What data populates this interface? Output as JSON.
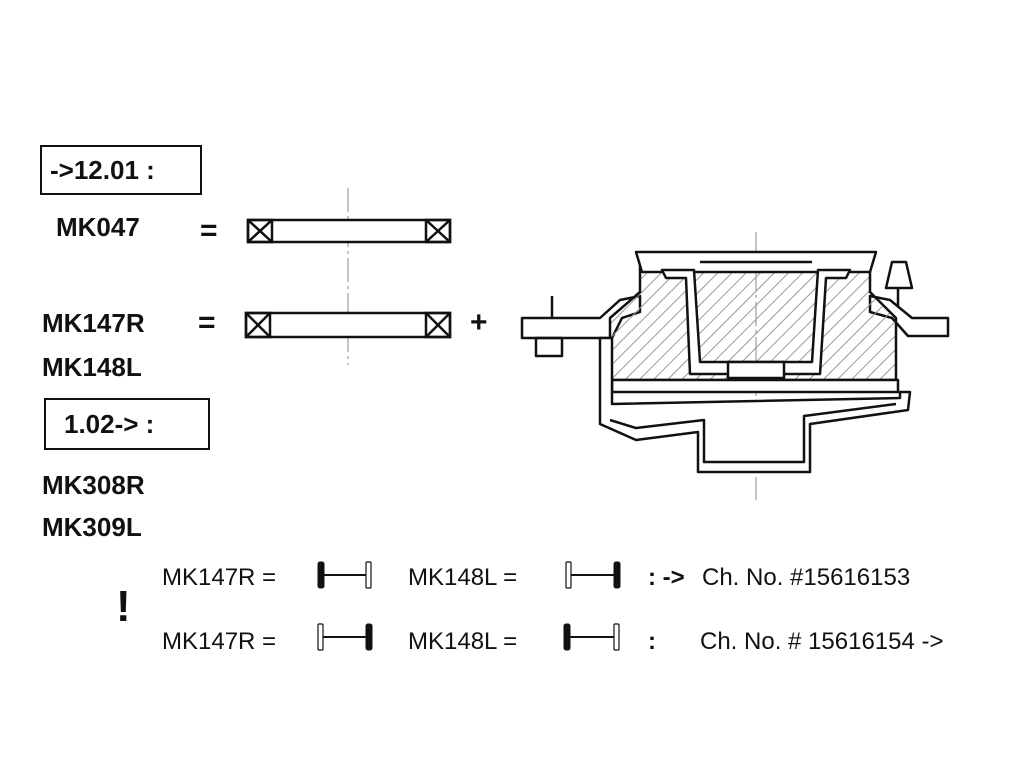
{
  "header_old": "->12.01 :",
  "part_mk047": "MK047",
  "eq1": "=",
  "part_mk147r": "MK147R",
  "eq2": "=",
  "plus": "+",
  "part_mk148l": "MK148L",
  "header_new": "1.02-> :",
  "part_mk308r": "MK308R",
  "part_mk309l": "MK309L",
  "note": {
    "mark": "!",
    "row1": {
      "left_label": "MK147R =",
      "right_label": "MK148L =",
      "sep": ": ->",
      "chassis": "Ch. No. #15616153"
    },
    "row2": {
      "left_label": "MK147R =",
      "right_label": "MK148L =",
      "sep": ":",
      "chassis": "Ch. No. # 15616154 ->"
    }
  }
}
